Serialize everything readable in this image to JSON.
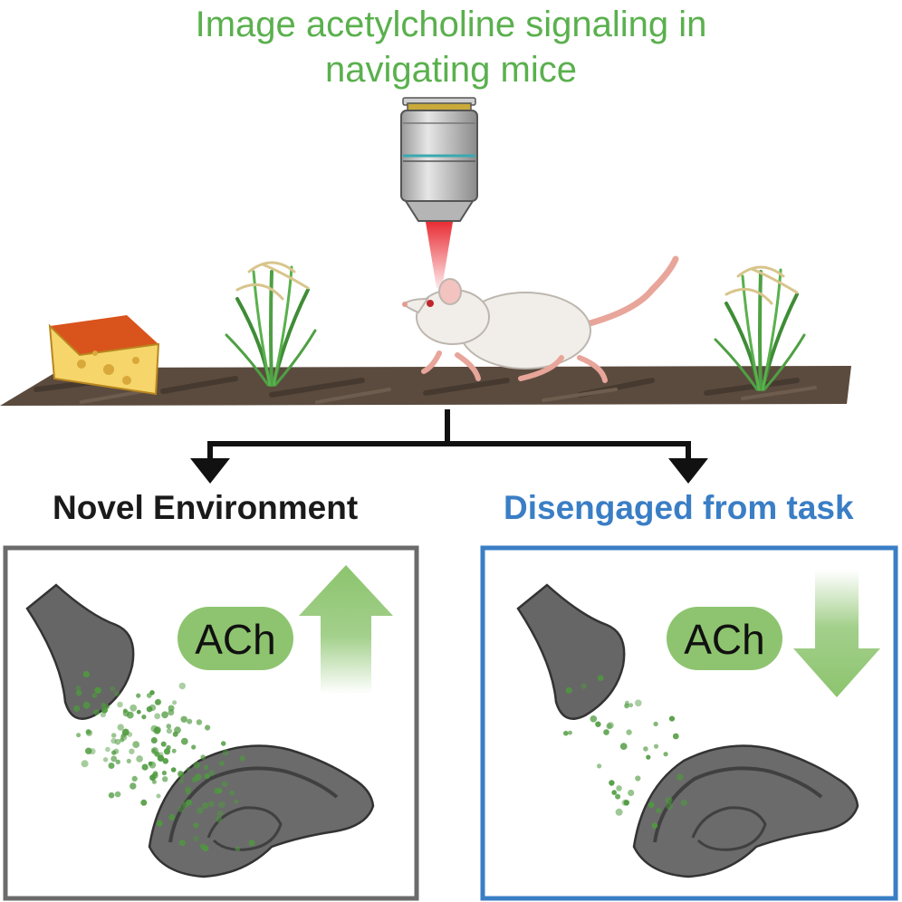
{
  "title": {
    "line1": "Image acetylcholine signaling in",
    "line2": "navigating mice"
  },
  "panels": [
    {
      "label": "Novel Environment",
      "ach_label": "ACh",
      "ach_direction": "up",
      "label_color": "#1a1a1a",
      "border_color": "#6b6b6b"
    },
    {
      "label": "Disengaged from task",
      "ach_label": "ACh",
      "ach_direction": "down",
      "label_color": "#3a7ec5",
      "border_color": "#3a7ec5"
    }
  ],
  "colors": {
    "title_green": "#5ab04d",
    "ach_badge": "#8ec46f",
    "arrow_green": "#8cc46e",
    "ach_dots": "#4e9a3e",
    "laser_red": "#e8222a",
    "soil": "#5b4b3e",
    "tissue": "#666666"
  }
}
